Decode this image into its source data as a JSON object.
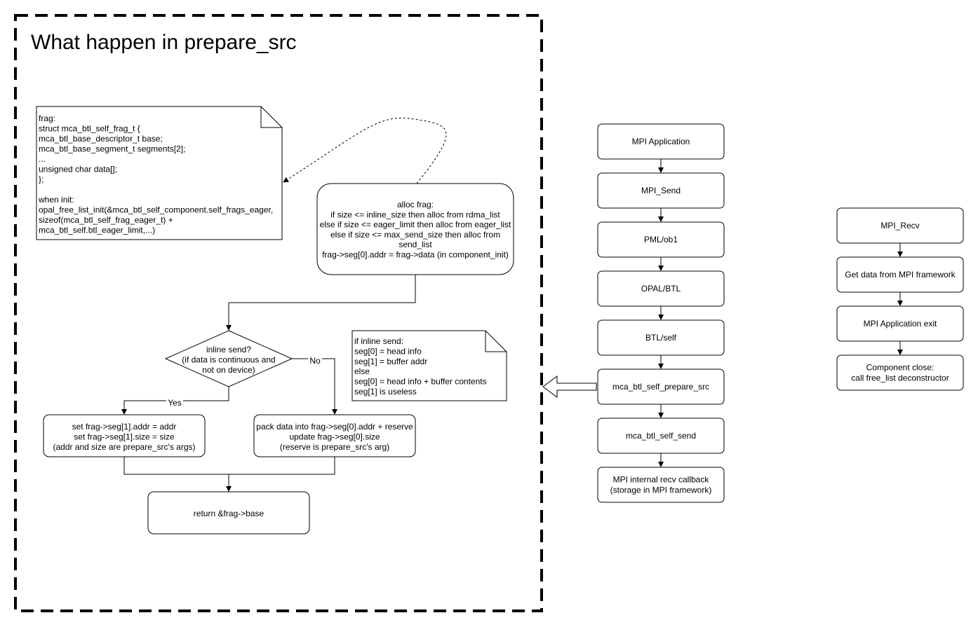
{
  "title": "What happen in prepare_src",
  "frag_note": {
    "lines": [
      "frag:",
      "struct mca_btl_self_frag_t {",
      "    mca_btl_base_descriptor_t base;",
      "    mca_btl_base_segment_t segments[2];",
      "    ...",
      "    unsigned char data[];",
      "};",
      "",
      "when init:",
      " opal_free_list_init(&mca_btl_self_component.self_frags_eager,",
      "                              sizeof(mca_btl_self_frag_eager_t) +",
      "                              mca_btl_self.btl_eager_limit,...)"
    ]
  },
  "alloc_box": {
    "lines": [
      "alloc frag:",
      "if size <= inline_size then alloc from rdma_list",
      "else if size <= eager_limit then alloc from eager_list",
      "else if size <= max_send_size then alloc from",
      "send_list",
      "frag->seg[0].addr = frag->data (in component_init)"
    ]
  },
  "decision": {
    "lines": [
      "inline send?",
      "(if data is continuous and",
      "not on device)"
    ],
    "yes_label": "Yes",
    "no_label": "No"
  },
  "inline_note": {
    "lines": [
      "if inline send:",
      "    seg[0] = head info",
      "    seg[1] = buffer addr",
      "else",
      "    seg[0] = head info + buffer contents",
      "    seg[1] is useless"
    ]
  },
  "yes_box": {
    "lines": [
      "set frag->seg[1].addr = addr",
      "set frag->seg[1].size = size",
      "(addr and size are prepare_src's args)"
    ]
  },
  "no_box": {
    "lines": [
      "pack data into frag->seg[0].addr + reserve",
      "update frag->seg[0].size",
      "(reserve is prepare_src's arg)"
    ]
  },
  "return_box": {
    "label": "return &frag->base"
  },
  "send_flow": [
    {
      "lines": [
        "MPI Application"
      ]
    },
    {
      "lines": [
        "MPI_Send"
      ]
    },
    {
      "lines": [
        "PML/ob1"
      ]
    },
    {
      "lines": [
        "OPAL/BTL"
      ]
    },
    {
      "lines": [
        "BTL/self"
      ]
    },
    {
      "lines": [
        "mca_btl_self_prepare_src"
      ]
    },
    {
      "lines": [
        "mca_btl_self_send"
      ]
    },
    {
      "lines": [
        "MPI internal recv callback",
        "(storage in MPI framework)"
      ]
    }
  ],
  "recv_flow": [
    {
      "lines": [
        "MPI_Recv"
      ]
    },
    {
      "lines": [
        "Get data from MPI framework"
      ]
    },
    {
      "lines": [
        "MPI Application exit"
      ]
    },
    {
      "lines": [
        "Component close:",
        "call free_list deconstructor"
      ]
    }
  ]
}
